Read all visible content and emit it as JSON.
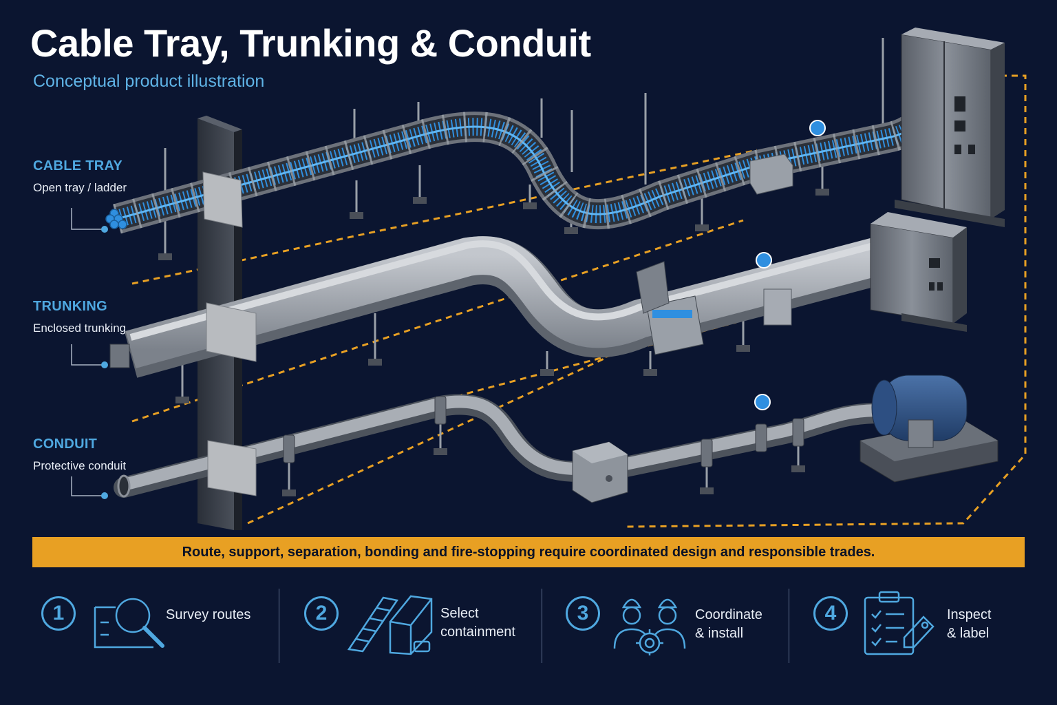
{
  "header": {
    "title": "Cable Tray, Trunking & Conduit",
    "subtitle": "Conceptual product illustration"
  },
  "systems": [
    {
      "name": "CABLE TRAY",
      "description": "Open tray / ladder"
    },
    {
      "name": "TRUNKING",
      "description": "Enclosed trunking"
    },
    {
      "name": "CONDUIT",
      "description": "Protective conduit"
    }
  ],
  "notice": "Route, support, separation, bonding and fire-stopping require coordinated design and responsible trades.",
  "steps": [
    {
      "number": "1",
      "label": "Survey routes",
      "icon": "survey-magnifier-icon"
    },
    {
      "number": "2",
      "label": "Select\ncontainment",
      "icon": "tray-and-trunking-icon"
    },
    {
      "number": "3",
      "label": "Coordinate\n& install",
      "icon": "workers-gear-icon"
    },
    {
      "number": "4",
      "label": "Inspect\n& label",
      "icon": "clipboard-tag-icon"
    }
  ],
  "colors": {
    "background": "#0b1530",
    "accent_blue": "#4fa8e0",
    "cable_blue": "#2f8fe0",
    "notice_orange": "#e8a023",
    "dashed_orange": "#e8a023",
    "metal_grey": "#8b9099"
  }
}
